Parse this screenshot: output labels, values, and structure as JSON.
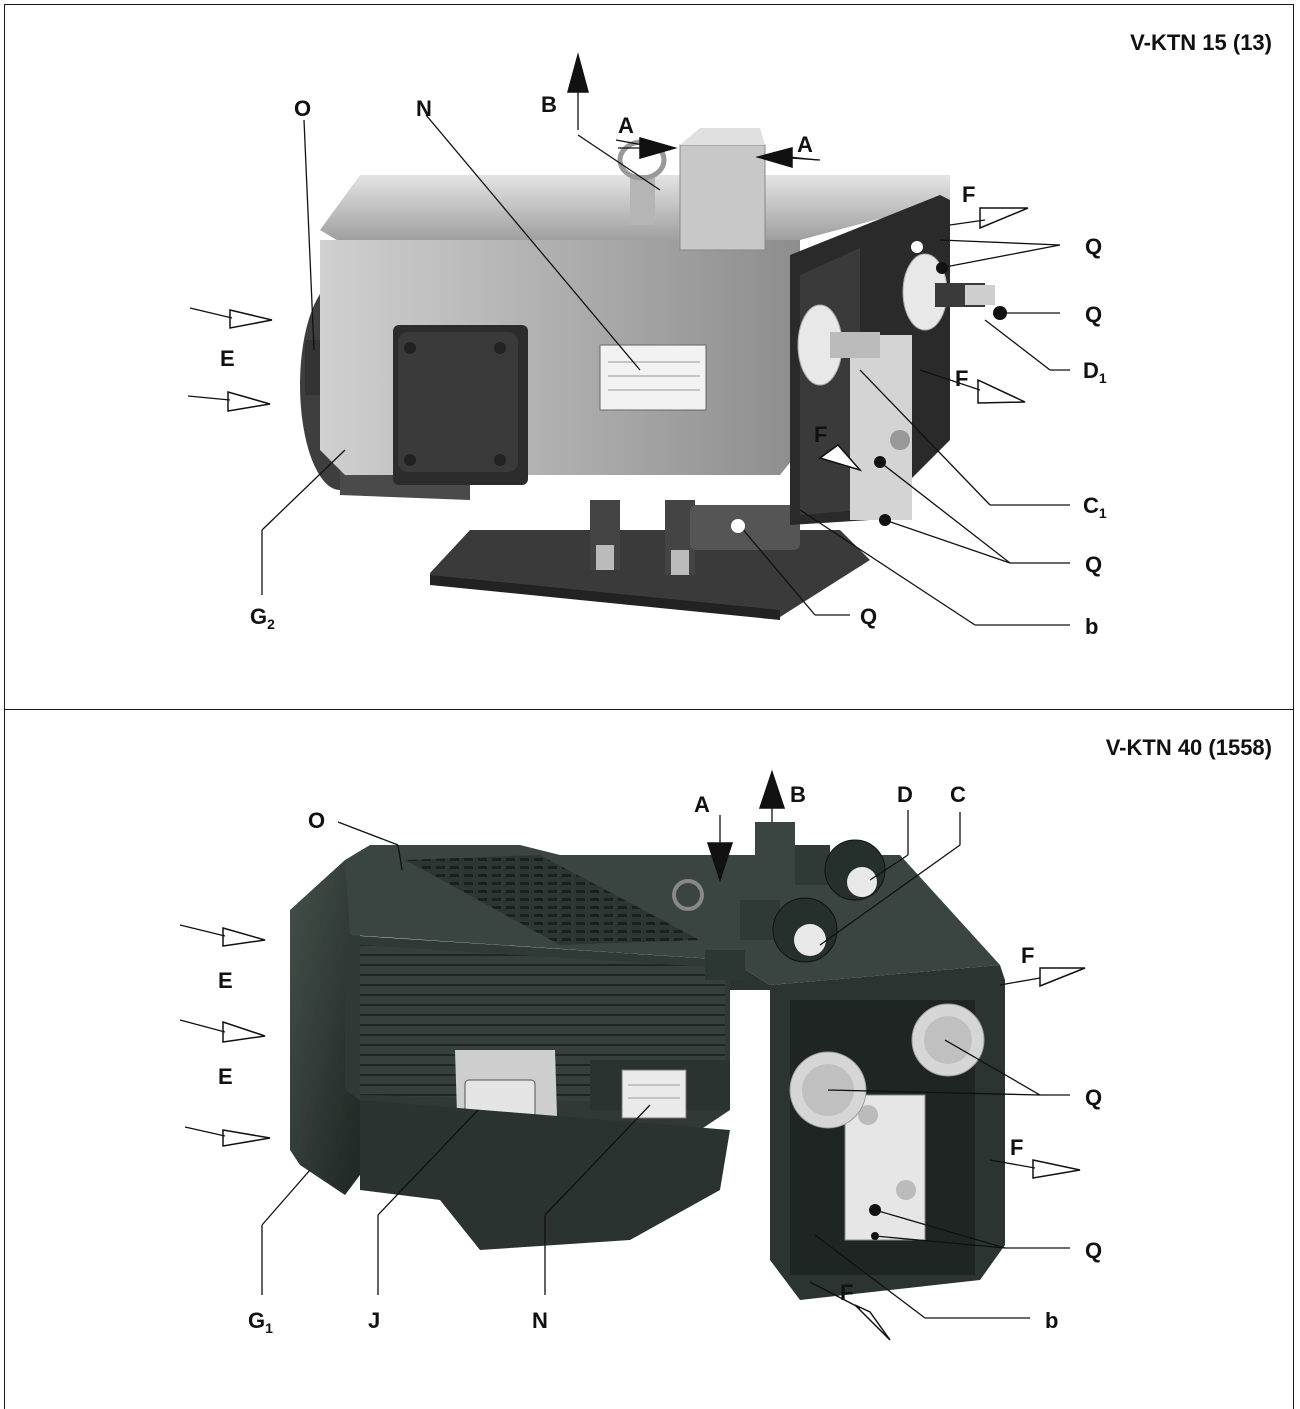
{
  "panels": [
    {
      "title": "V-KTN 15 (13)",
      "labels": {
        "O": "O",
        "N": "N",
        "B": "B",
        "A1": "A",
        "A2": "A",
        "F1": "F",
        "F2": "F",
        "F3": "F",
        "Q1": "Q",
        "Q2": "Q",
        "Q3": "Q",
        "Q4": "Q",
        "D": "D",
        "D_sub": "1",
        "C": "C",
        "C_sub": "1",
        "E": "E",
        "G": "G",
        "G_sub": "2",
        "b": "b"
      }
    },
    {
      "title": "V-KTN 40 (1558)",
      "labels": {
        "O": "O",
        "A": "A",
        "B": "B",
        "D": "D",
        "C": "C",
        "F1": "F",
        "F2": "F",
        "F3": "F",
        "E1": "E",
        "E2": "E",
        "Q1": "Q",
        "Q2": "Q",
        "b": "b",
        "G": "G",
        "G_sub": "1",
        "J": "J",
        "N": "N"
      }
    }
  ],
  "colors": {
    "top_pump_body": "#b9b9b9",
    "top_pump_dark": "#2b2b2b",
    "bottom_pump_body": "#2f3a36",
    "bottom_pump_light": "#d9d9d9"
  }
}
